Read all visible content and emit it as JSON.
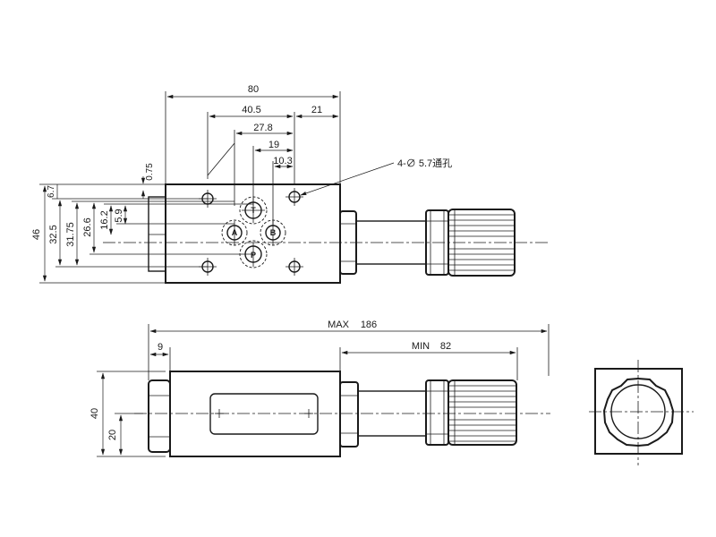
{
  "dimensions": {
    "d80": "80",
    "d40_5": "40.5",
    "d21": "21",
    "d27_8": "27.8",
    "d19": "19",
    "d10_3": "10.3",
    "d0_75": "0.75",
    "d6_7": "6.7",
    "d46": "46",
    "d32_5": "32.5",
    "d31_75": "31.75",
    "d26_6": "26.6",
    "d16_2": "16.2",
    "d5_9": "5.9",
    "max": "MAX",
    "d186": "186",
    "d9": "9",
    "min": "MIN",
    "d82": "82",
    "d40": "40",
    "d20": "20"
  },
  "callouts": {
    "holes": "4-∅ 5.7通孔"
  },
  "ports": {
    "p": "P",
    "t": "T",
    "a": "A",
    "b": "B"
  }
}
